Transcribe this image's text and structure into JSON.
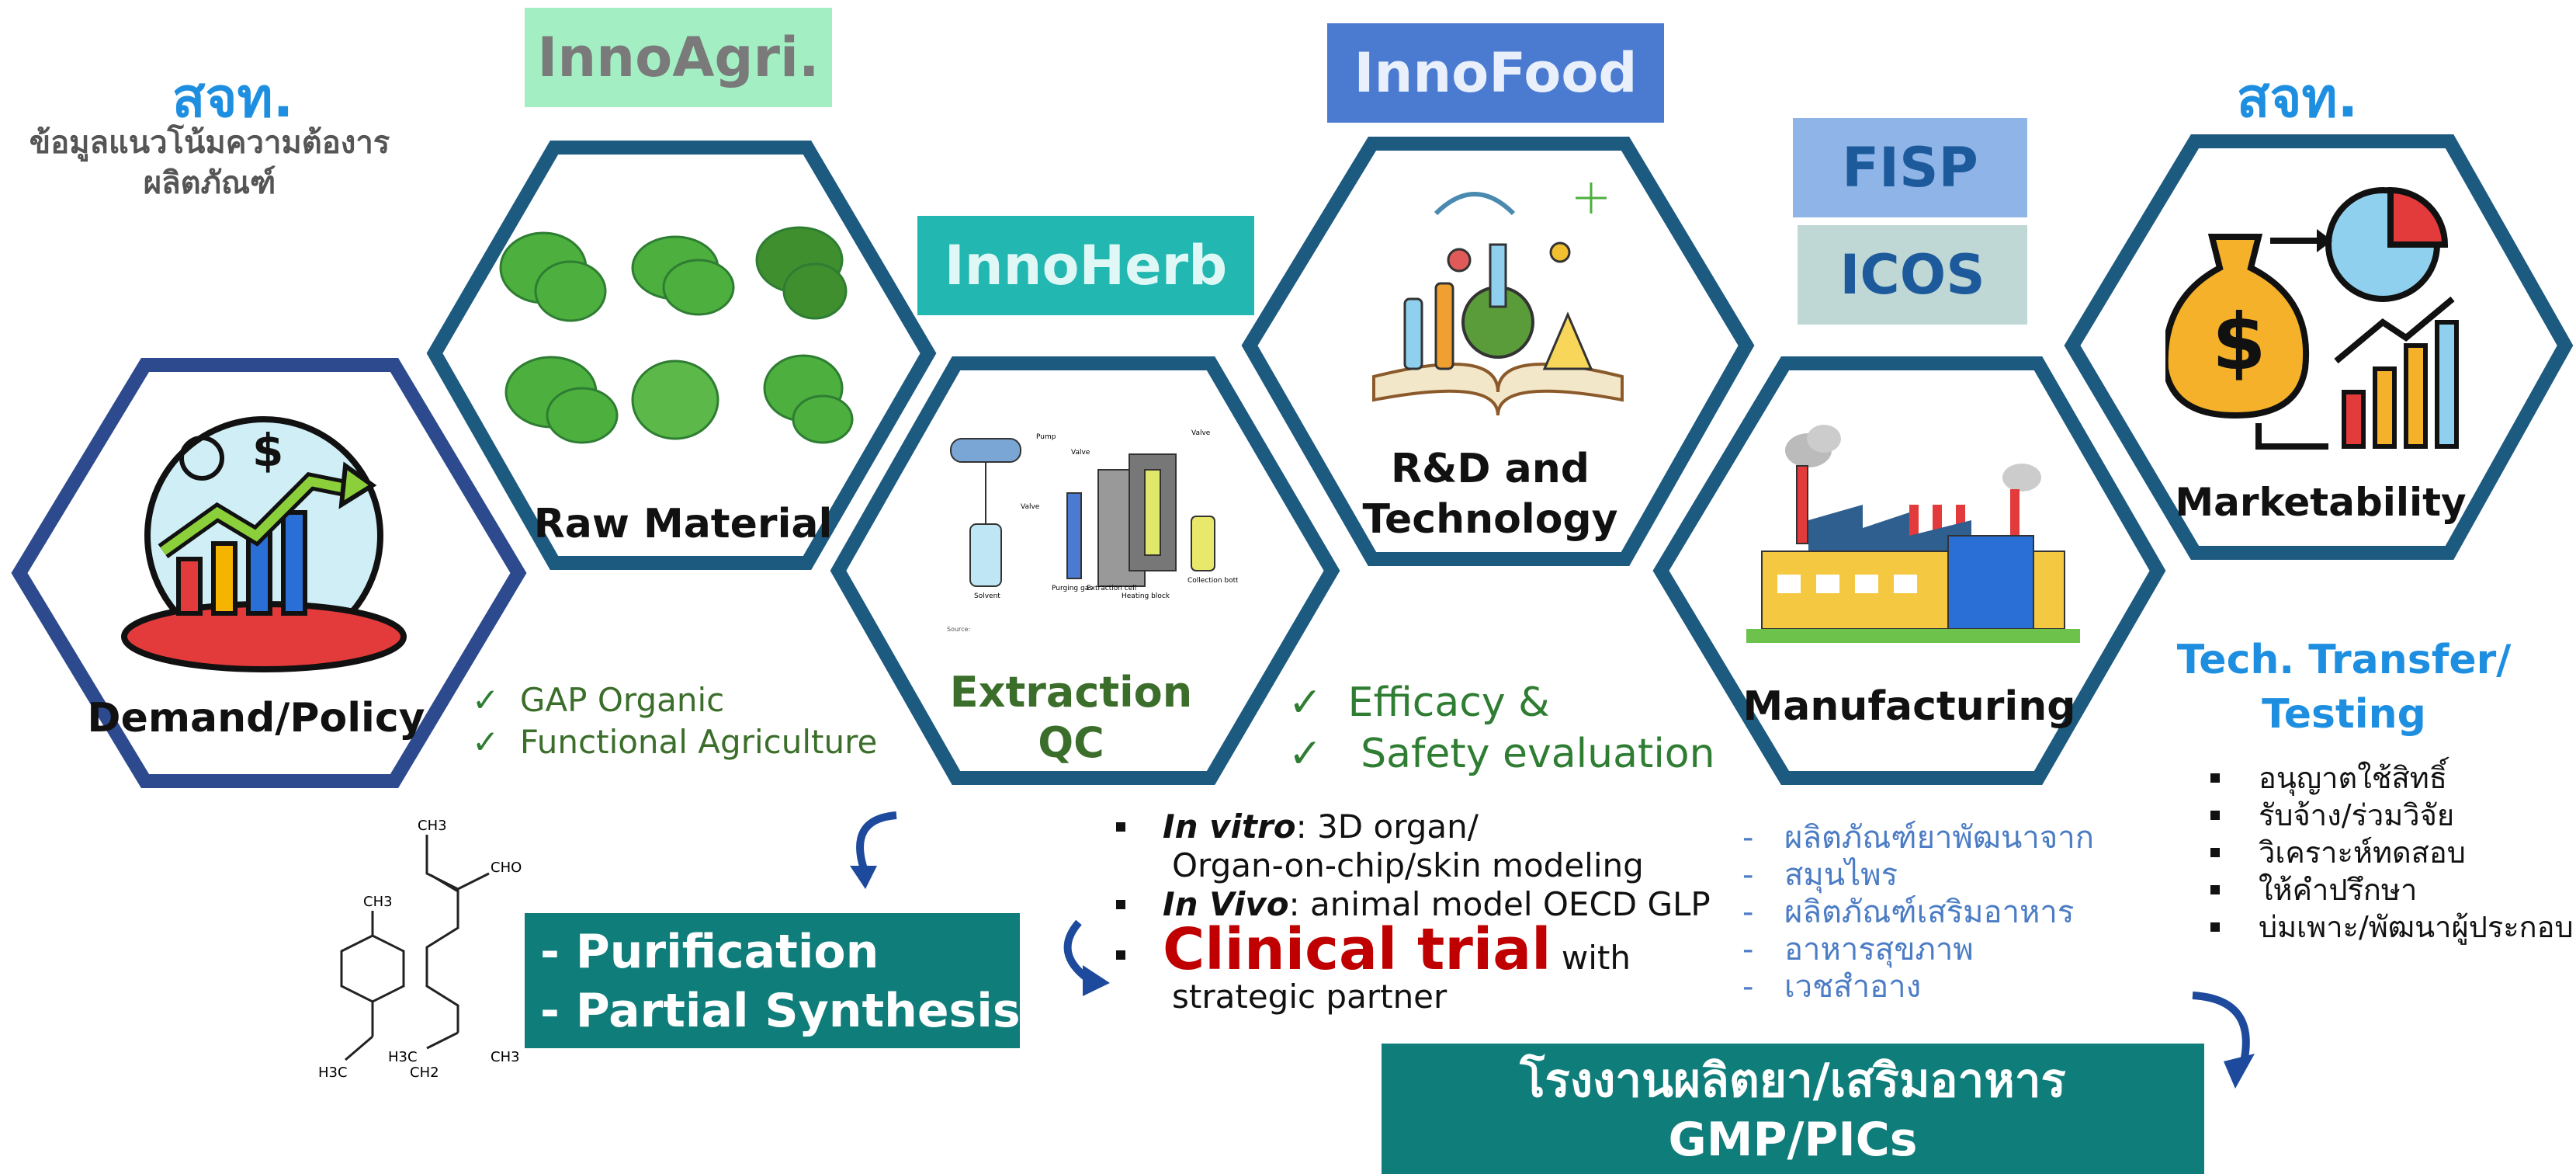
{
  "colors": {
    "hex_border": "#1d5a80",
    "hex_border_left": "#2e4a8f",
    "teal": "#0f7d7a",
    "innoagri_bg": "#a3efc3",
    "innoherb_bg": "#22b7b1",
    "innofood_bg": "#4a7bd0",
    "fisp_bg": "#8fb4e8",
    "icos_bg": "#bfd7d5",
    "blue_text": "#1e8fe0",
    "green_text": "#2e7d32",
    "red_text": "#c00000",
    "list_blue": "#4b7cc4"
  },
  "left": {
    "org": "สจท.",
    "desc": "ข้อมูลแนวโน้มความต้องาร\nผลิตภัณฑ์"
  },
  "hexes": {
    "demand": "Demand/Policy",
    "raw": "Raw Material",
    "extraction": "Extraction\nQC",
    "rnd": "R&D and\nTechnology",
    "manufacturing": "Manufacturing",
    "marketability": "Marketability"
  },
  "tags": {
    "innoagri": "InnoAgri.",
    "innoherb": "InnoHerb",
    "innofood": "InnoFood",
    "fisp": "FISP",
    "icos": "ICOS"
  },
  "right": {
    "org": "สจท.",
    "tech_transfer": "Tech. Transfer/\nTesting",
    "services": [
      "อนุญาตใช้สิทธิ์",
      "รับจ้าง/ร่วมวิจัย",
      "วิเคราะห์ทดสอบ",
      "ให้คำปรึกษา",
      "บ่มเพาะ/พัฒนาผู้ประกอบ"
    ]
  },
  "agri_checks": [
    "GAP Organic",
    "Functional Agriculture"
  ],
  "efficacy_checks": [
    "Efficacy &",
    "Safety evaluation"
  ],
  "purification": [
    "- Purification",
    "- Partial Synthesis"
  ],
  "research": {
    "invitro_label": "In vitro",
    "invitro_text": ": 3D organ/",
    "invitro_text2": "Organ-on-chip/skin modeling",
    "invivo_label": "In Vivo",
    "invivo_text": ": animal model OECD GLP",
    "clinical_label": "Clinical trial",
    "clinical_with": " with",
    "clinical_text2": "strategic partner"
  },
  "products": [
    "ผลิตภัณฑ์ยาพัฒนาจาก",
    "สมุนไพร",
    "ผลิตภัณฑ์เสริมอาหาร",
    "อาหารสุขภาพ",
    "เวชสำอาง"
  ],
  "factory": [
    "โรงงานผลิตยา/เสริมอาหาร",
    "GMP/PICs"
  ],
  "molecules": {
    "citral": {
      "ch3_top": "CH3",
      "cho": "CHO",
      "h3c": "H3C",
      "ch3_bot": "CH3"
    },
    "limonene": {
      "ch3": "CH3",
      "h3c": "H3C",
      "ch2": "CH2"
    }
  },
  "diagram": {
    "labels": [
      "Pump",
      "Valve",
      "Valve",
      "Purging gas",
      "Extraction cell",
      "Valve",
      "Solvent",
      "Heating block",
      "Collection bottle"
    ],
    "caption": "Source:"
  }
}
